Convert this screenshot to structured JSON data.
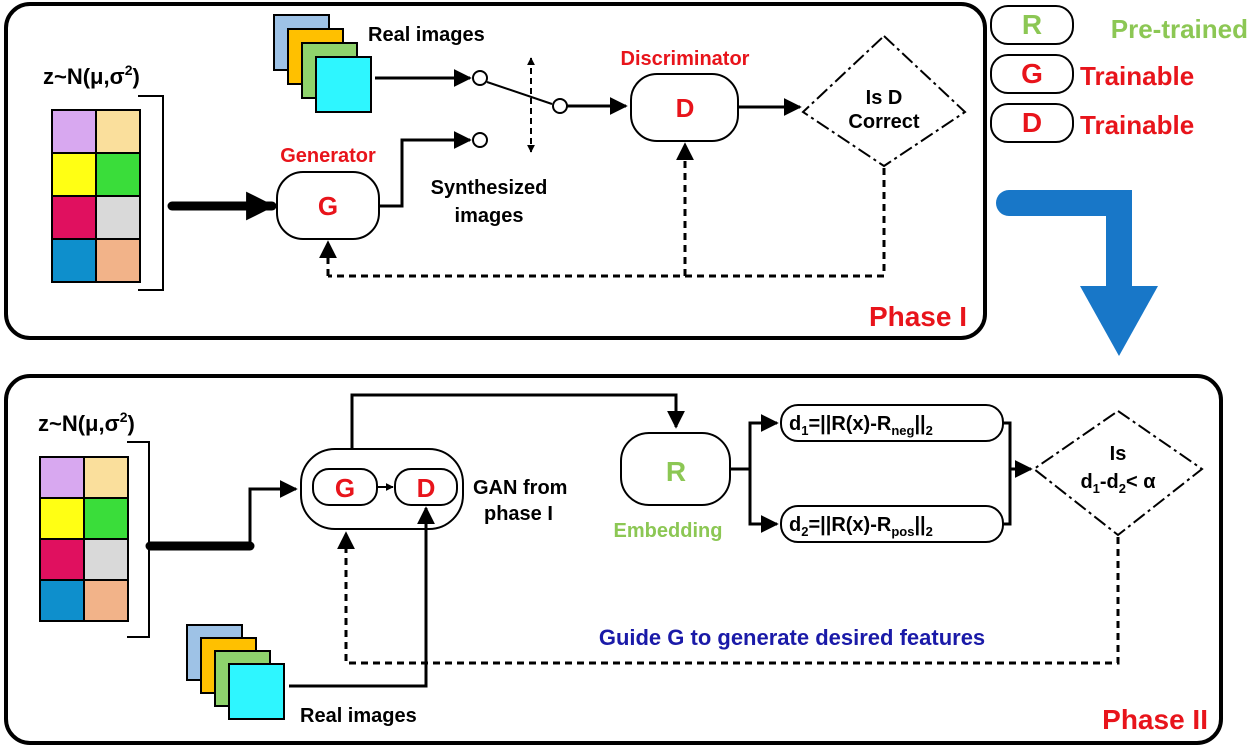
{
  "colors": {
    "red": "#e8141b",
    "green": "#8cc754",
    "blue_text": "#1a1aa8",
    "arrow_blue": "#1877c8",
    "black": "#000000",
    "latent_cells": [
      "#d8a8f0",
      "#fadf9c",
      "#ffff14",
      "#3add3a",
      "#e0105f",
      "#d9d9d9",
      "#0e8fcc",
      "#f2b389"
    ],
    "image_stack": [
      "#9ec2e6",
      "#ffc000",
      "#8fd36c",
      "#2ef6ff"
    ]
  },
  "legend": {
    "items": [
      {
        "symbol": "R",
        "text": "Pre-trained"
      },
      {
        "symbol": "G",
        "text": "Trainable"
      },
      {
        "symbol": "D",
        "text": "Trainable"
      }
    ]
  },
  "phase1": {
    "title": "Phase I",
    "latent_prefix": "z~N(μ,σ",
    "latent_sup": "2",
    "latent_suffix": ")",
    "real_images": "Real images",
    "synthesized_line1": "Synthesized",
    "synthesized_line2": "images",
    "generator_label": "Generator",
    "generator_symbol": "G",
    "discriminator_label": "Discriminator",
    "discriminator_symbol": "D",
    "decision_line1": "Is D",
    "decision_line2": "Correct"
  },
  "phase2": {
    "title": "Phase II",
    "latent_prefix": "z~N(μ,σ",
    "latent_sup": "2",
    "latent_suffix": ")",
    "gan_g": "G",
    "gan_d": "D",
    "gan_line1": "GAN from",
    "gan_line2": "phase I",
    "embedding_symbol": "R",
    "embedding_label": "Embedding",
    "d1": {
      "prefix": "d",
      "sub1": "1",
      "mid": "=||R(x)-R",
      "sub2": "neg",
      "tail": "||",
      "sub3": "2"
    },
    "d2": {
      "prefix": "d",
      "sub1": "2",
      "mid": "=||R(x)-R",
      "sub2": "pos",
      "tail": "||",
      "sub3": "2"
    },
    "decision_line1": "Is",
    "decision": {
      "d": "d",
      "s1": "1",
      "minus": "-d",
      "s2": "2",
      "lt": "< α"
    },
    "guide": "Guide G to generate desired features",
    "real_images": "Real images"
  }
}
